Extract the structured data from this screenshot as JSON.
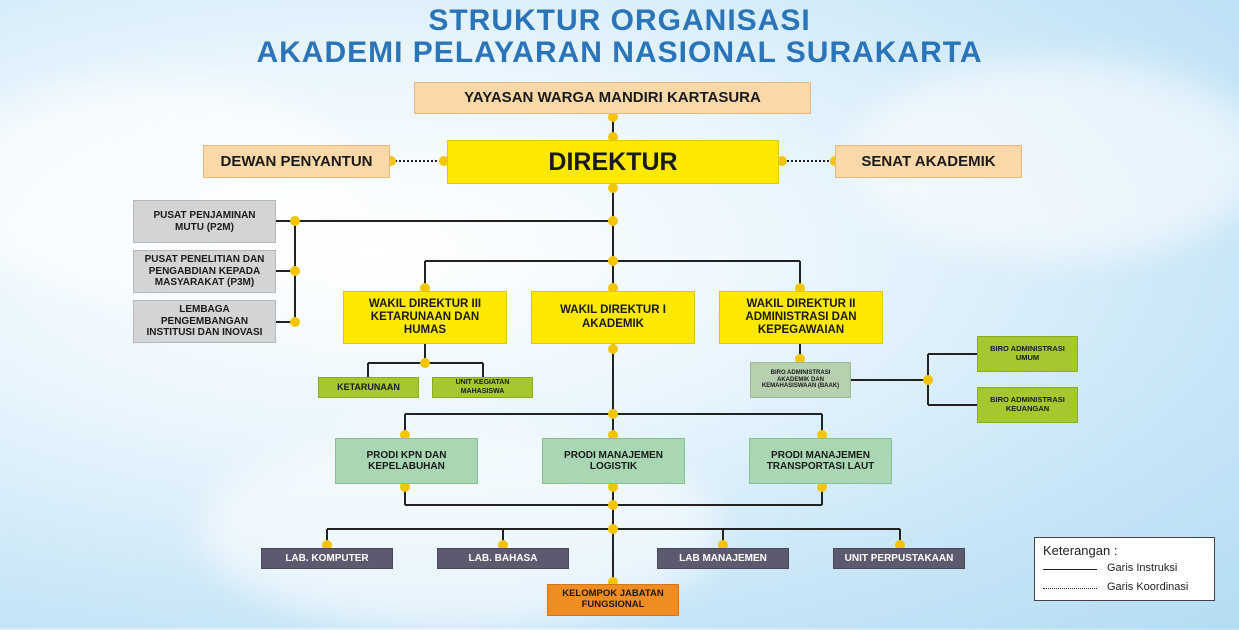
{
  "title": {
    "line1": "STRUKTUR ORGANISASI",
    "line2": "AKADEMI PELAYARAN NASIONAL SURAKARTA"
  },
  "nodes": {
    "yayasan": "YAYASAN WARGA MANDIRI KARTASURA",
    "direktur": "DIREKTUR",
    "dewan": "DEWAN PENYANTUN",
    "senat": "SENAT AKADEMIK",
    "p2m": "PUSAT PENJAMINAN MUTU (P2M)",
    "p3m": "PUSAT PENELITIAN DAN PENGABDIAN KEPADA MASYARAKAT (P3M)",
    "lembaga": "LEMBAGA PENGEMBANGAN INSTITUSI DAN INOVASI",
    "wadir3": "WAKIL DIREKTUR III KETARUNAAN DAN HUMAS",
    "wadir1": "WAKIL DIREKTUR I AKADEMIK",
    "wadir2": "WAKIL DIREKTUR II ADMINISTRASI DAN KEPEGAWAIAN",
    "ketarunaan": "KETARUNAAN",
    "ukm": "UNIT KEGIATAN MAHASISWA",
    "baak": "BIRO ADMINISTRASI AKADEMIK DAN KEMAHASISWAAN (BAAK)",
    "bau": "BIRO ADMINISTRASI UMUM",
    "bak": "BIRO ADMINISTRASI KEUANGAN",
    "prodi_kpn": "PRODI KPN DAN KEPELABUHAN",
    "prodi_ml": "PRODI MANAJEMEN LOGISTIK",
    "prodi_mtl": "PRODI MANAJEMEN TRANSPORTASI LAUT",
    "lab_komputer": "LAB. KOMPUTER",
    "lab_bahasa": "LAB. BAHASA",
    "lab_manajemen": "LAB MANAJEMEN",
    "perpustakaan": "UNIT PERPUSTAKAAN",
    "fungsional": "KELOMPOK JABATAN FUNGSIONAL"
  },
  "legend": {
    "title": "Keterangan :",
    "solid_label": "Garis Instruksi",
    "dotted_label": "Garis Koordinasi"
  },
  "colors": {
    "title": "#2a74b9",
    "connector_dot": "#f2c500",
    "line": "#222222"
  }
}
